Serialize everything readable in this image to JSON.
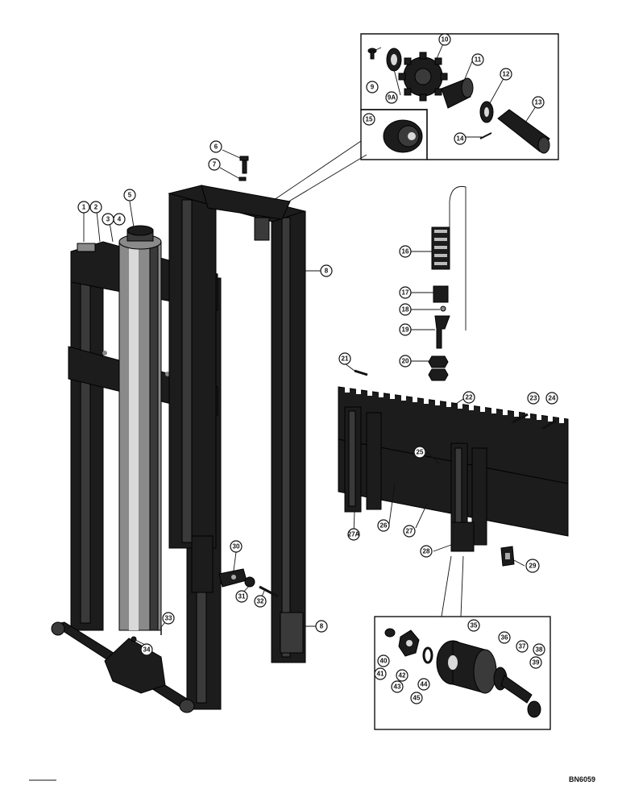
{
  "drawing_code": "BN6059",
  "callout_numbers": [
    "1",
    "2",
    "3",
    "4",
    "5",
    "6",
    "7",
    "8",
    "8",
    "9",
    "9A",
    "10",
    "11",
    "12",
    "13",
    "14",
    "15",
    "16",
    "17",
    "18",
    "19",
    "20",
    "21",
    "22",
    "23",
    "24",
    "25",
    "26",
    "27",
    "27A",
    "28",
    "29",
    "30",
    "31",
    "32",
    "33",
    "34",
    "35",
    "36",
    "37",
    "38",
    "39",
    "40",
    "41",
    "42",
    "43",
    "44",
    "45"
  ]
}
